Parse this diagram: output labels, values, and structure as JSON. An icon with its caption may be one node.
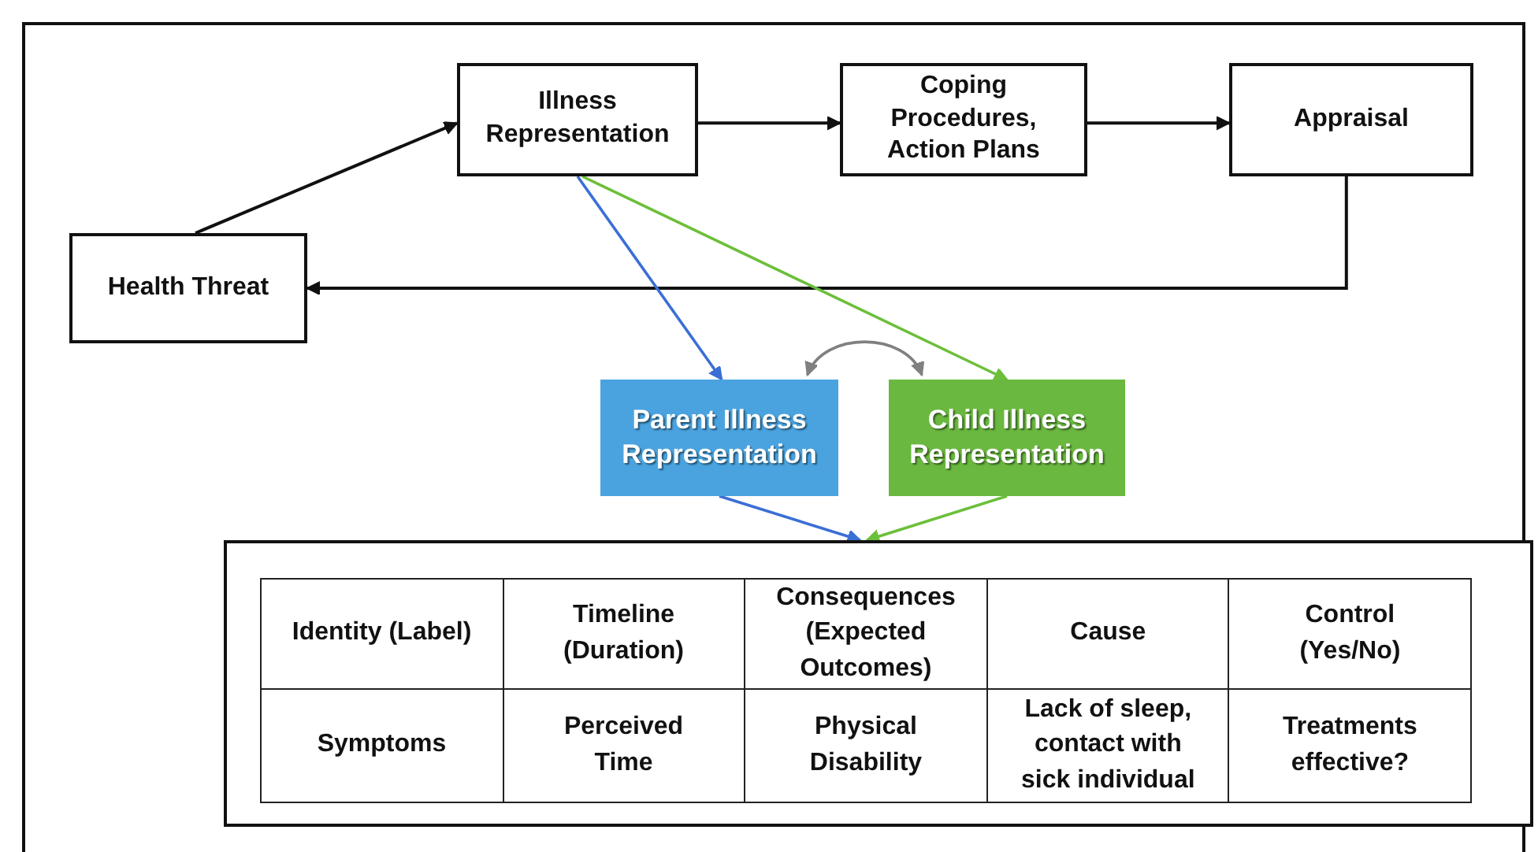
{
  "diagram": {
    "nodes": [
      {
        "text": [
          "Illness Representation"
        ]
      },
      {
        "text": [
          "Coping Procedures, Action Plans"
        ]
      },
      {
        "text": [
          "Appraisal"
        ]
      },
      {
        "text": [
          "Health Threat"
        ]
      },
      {
        "text": [
          "Parent Illness Representation"
        ]
      },
      {
        "text": [
          "Child Illness Representation"
        ]
      },
      {
        "text": [],
        "shape": "box"
      }
    ],
    "edges": [
      {
        "from": 3,
        "to": 0,
        "arrow": "to"
      },
      {
        "from": 0,
        "to": 1,
        "arrow": "to"
      },
      {
        "from": 1,
        "to": 2,
        "arrow": "to"
      },
      {
        "from": 2,
        "to": 3,
        "arrow": "to"
      },
      {
        "from": 0,
        "to": 4,
        "arrow": "to",
        "color": "#3b6fd6"
      },
      {
        "from": 0,
        "to": 5,
        "arrow": "to",
        "color": "#6cbf3a"
      },
      {
        "from": 4,
        "to": 5,
        "arrow": "both",
        "color": "#808080"
      },
      {
        "from": 4,
        "to": 6,
        "arrow": "to",
        "color": "#3b6fd6"
      },
      {
        "from": 5,
        "to": 6,
        "arrow": "to",
        "color": "#6cbf3a"
      }
    ],
    "labels": [
      "Identity (Label)",
      "Timeline (Duration)",
      "Consequences (Expected Outcomes)",
      "Cause",
      "Control (Yes/No)",
      "Symptoms",
      "Perceived Time",
      "Physical Disability",
      "Lack of sleep, contact with sick individual",
      "Treatments effective?"
    ]
  }
}
